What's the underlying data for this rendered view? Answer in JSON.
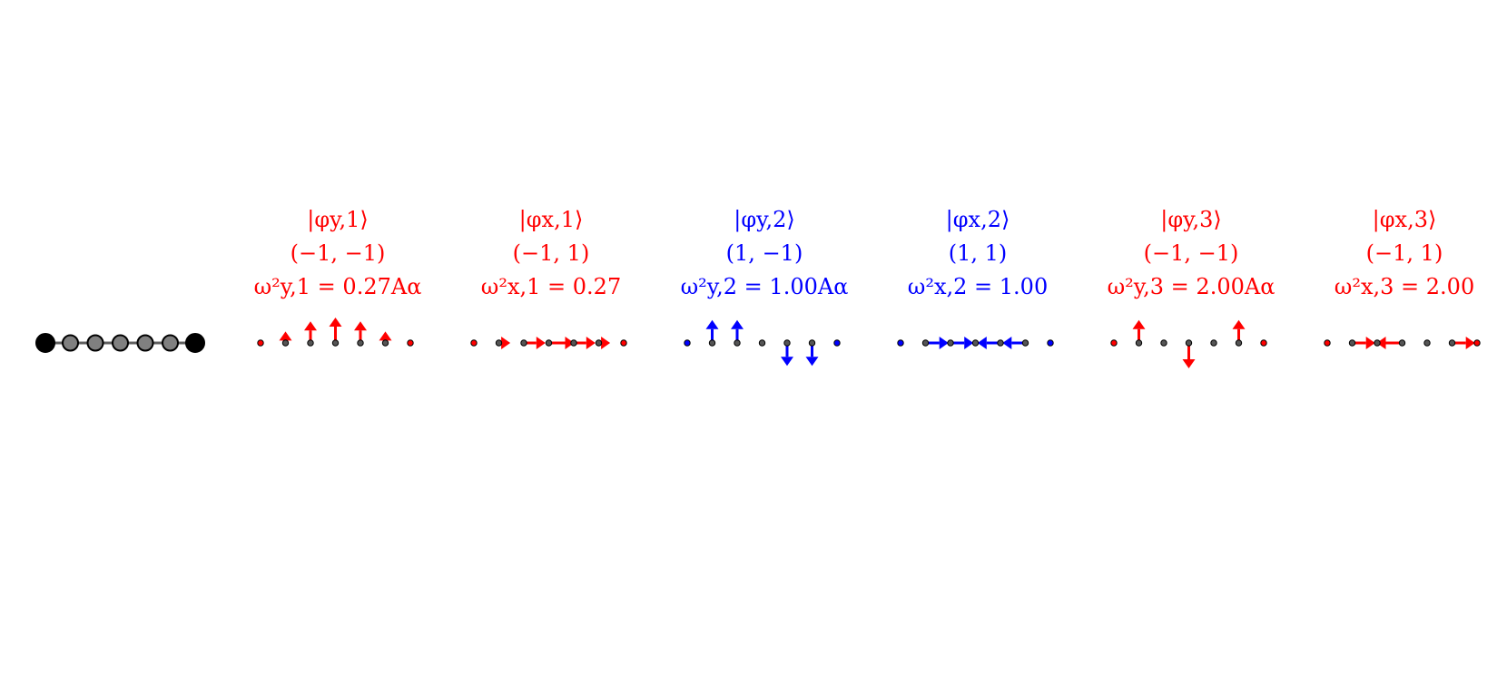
{
  "colors": {
    "red": "#ff0000",
    "blue": "#0000ff",
    "black": "#000000",
    "gray": "#808080"
  },
  "chain": {
    "nodes": 7,
    "end_fill": "#000000",
    "inner_fill": "#808080"
  },
  "modes": [
    {
      "ket": "|φy,1⟩",
      "parity": "(−1, −1)",
      "freq": "ω²y,1 = 0.27Aα",
      "color": "red",
      "dir": "y",
      "amps": [
        0,
        0.45,
        0.85,
        1.0,
        0.85,
        0.45,
        0
      ]
    },
    {
      "ket": "|φx,1⟩",
      "parity": "(−1, 1)",
      "freq": "ω²x,1 = 0.27",
      "color": "red",
      "dir": "x",
      "amps": [
        0,
        0.45,
        0.85,
        1.0,
        0.85,
        0.45,
        0
      ]
    },
    {
      "ket": "|φy,2⟩",
      "parity": "(1, −1)",
      "freq": "ω²y,2 = 1.00Aα",
      "color": "blue",
      "dir": "y",
      "amps": [
        0,
        0.9,
        0.9,
        0,
        -0.9,
        -0.9,
        0
      ]
    },
    {
      "ket": "|φx,2⟩",
      "parity": "(1, 1)",
      "freq": "ω²x,2 = 1.00",
      "color": "blue",
      "dir": "x",
      "amps": [
        0,
        0.9,
        0.9,
        0,
        -0.9,
        -0.9,
        0
      ]
    },
    {
      "ket": "|φy,3⟩",
      "parity": "(−1, −1)",
      "freq": "ω²y,3 = 2.00Aα",
      "color": "red",
      "dir": "y",
      "amps": [
        0,
        0.9,
        0,
        -1.0,
        0,
        0.9,
        0
      ]
    },
    {
      "ket": "|φx,3⟩",
      "parity": "(−1, 1)",
      "freq": "ω²x,3 = 2.00",
      "color": "red",
      "dir": "x",
      "amps": [
        0,
        0.9,
        0,
        -1.0,
        0,
        0.9,
        0
      ]
    }
  ]
}
